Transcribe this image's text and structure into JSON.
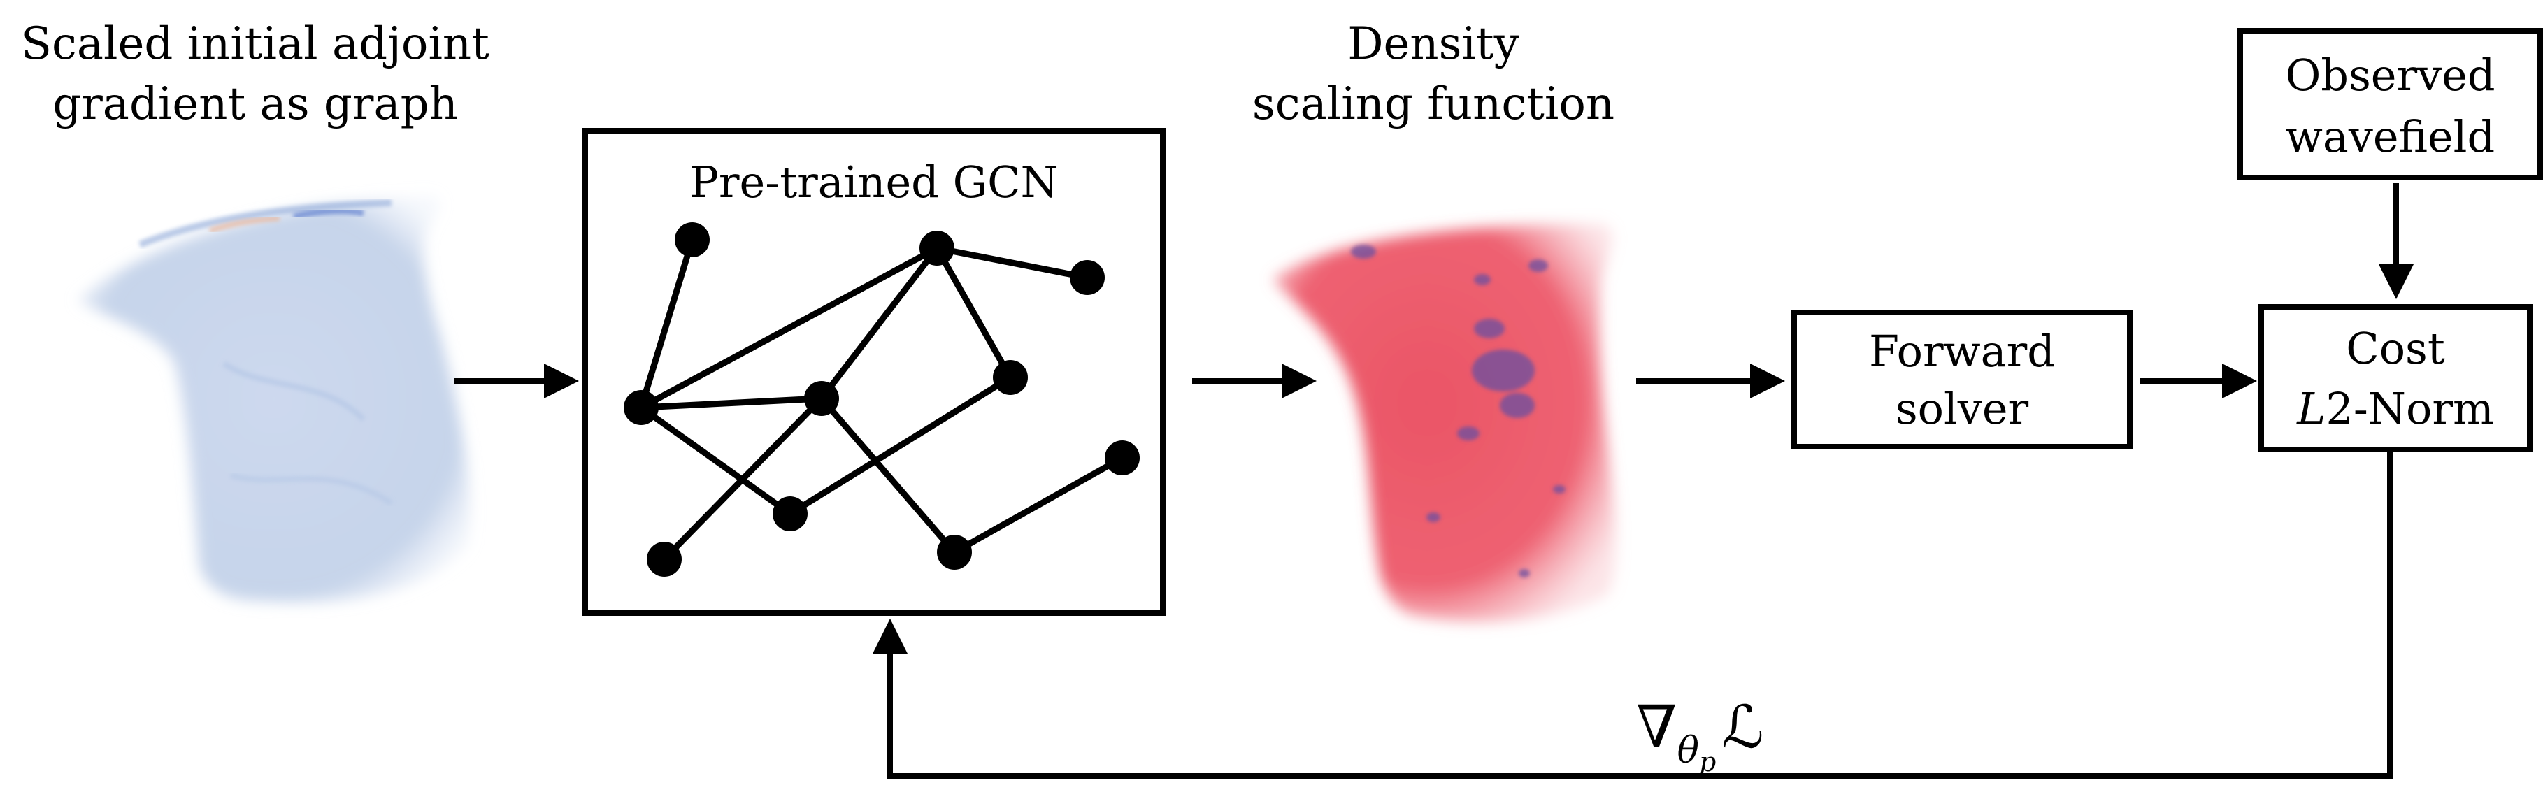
{
  "labels": {
    "adjoint_line1": "Scaled initial adjoint",
    "adjoint_line2": "gradient as graph",
    "density_line1": "Density",
    "density_line2": "scaling function",
    "gcn_title": "Pre-trained GCN",
    "forward_line1": "Forward",
    "forward_line2": "solver",
    "observed_line1": "Observed",
    "observed_line2": "wavefield",
    "cost_line1": "Cost",
    "cost_line2_italic": "L",
    "cost_line2_rest": "2-Norm",
    "gradient_nabla": "∇",
    "gradient_subscript": "θ",
    "gradient_subsubscript": "p",
    "gradient_loss": "ℒ"
  },
  "colors": {
    "adjoint_fill": "#c9d7ec",
    "density_fill": "#ee5a6a",
    "density_spots": "#6b4fa0",
    "line": "#000000"
  }
}
